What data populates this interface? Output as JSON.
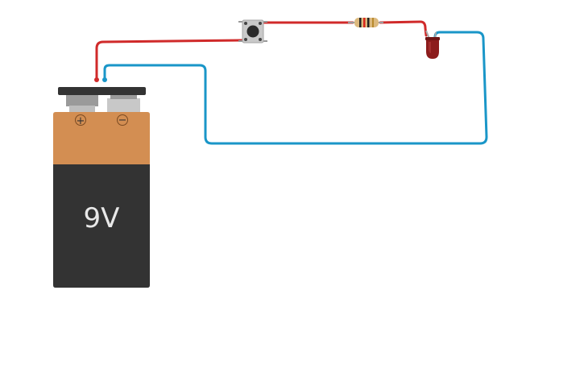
{
  "battery": {
    "voltage_label": "9V",
    "positive_symbol": "+",
    "negative_symbol": "−",
    "top_color": "#d38e52",
    "body_color": "#333333"
  },
  "components": {
    "pushbutton": "pushbutton",
    "resistor": "resistor",
    "led": "red-led"
  },
  "colors": {
    "wire_positive": "#d02a2a",
    "wire_negative": "#1a96c8",
    "led": "#8c1c1c"
  }
}
